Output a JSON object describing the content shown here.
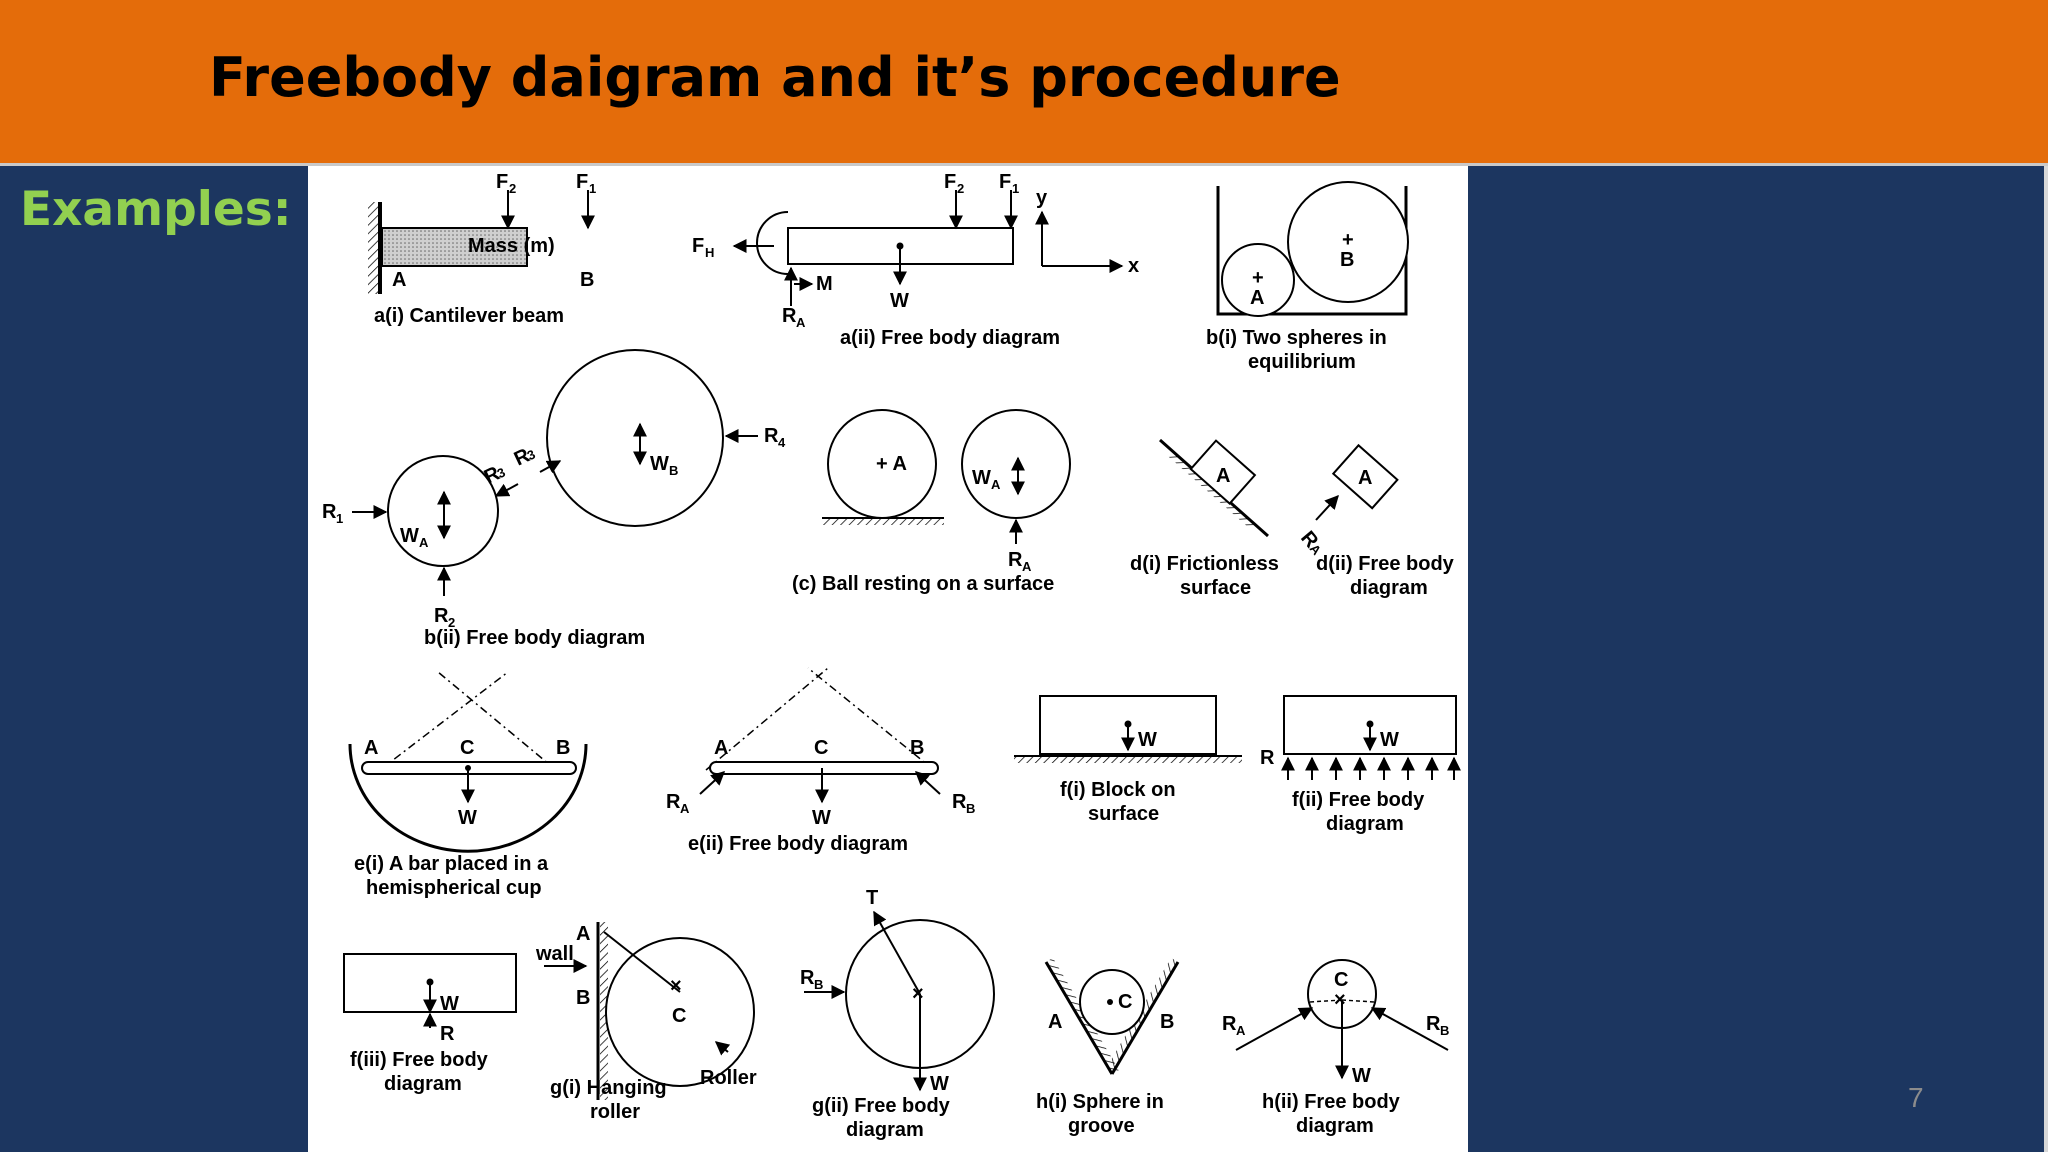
{
  "slide": {
    "title": "Freebody daigram and it’s procedure",
    "section_label": "Examples:",
    "page_number": "7"
  },
  "colors": {
    "header_bg": "#e46c0a",
    "body_bg": "#1c3660",
    "label_green": "#92d050"
  },
  "figure": {
    "captions": {
      "a1": "a(i) Cantilever beam",
      "a2": "a(ii) Free body diagram",
      "b1_line1": "b(i) Two spheres in",
      "b1_line2": "equilibrium",
      "b2": "b(ii) Free body diagram",
      "c": "(c) Ball resting on a surface",
      "d1_line1": "d(i) Frictionless",
      "d1_line2": "surface",
      "d2_line1": "d(ii) Free body",
      "d2_line2": "diagram",
      "e1_line1": "e(i) A bar placed in a",
      "e1_line2": "hemispherical cup",
      "e2": "e(ii) Free body diagram",
      "f1_line1": "f(i) Block on",
      "f1_line2": "surface",
      "f2_line1": "f(ii) Free body",
      "f2_line2": "diagram",
      "f3_line1": "f(iii) Free body",
      "f3_line2": "diagram",
      "g1_line1": "g(i) Hanging",
      "g1_line2": "roller",
      "g2_line1": "g(ii) Free body",
      "g2_line2": "diagram",
      "h1_line1": "h(i) Sphere in",
      "h1_line2": "groove",
      "h2_line1": "h(ii) Free body",
      "h2_line2": "diagram"
    },
    "labels": {
      "mass": "Mass (m)",
      "F": "F",
      "R": "R",
      "W": "W",
      "A": "A",
      "B": "B",
      "C": "C",
      "T": "T",
      "M": "M",
      "x": "x",
      "y": "y",
      "wall": "wall",
      "roller": "Roller",
      "sub1": "1",
      "sub2": "2",
      "sub3": "3",
      "sub4": "4",
      "subA": "A",
      "subB": "B",
      "subH": "H",
      "plus_A": "+ A"
    }
  }
}
